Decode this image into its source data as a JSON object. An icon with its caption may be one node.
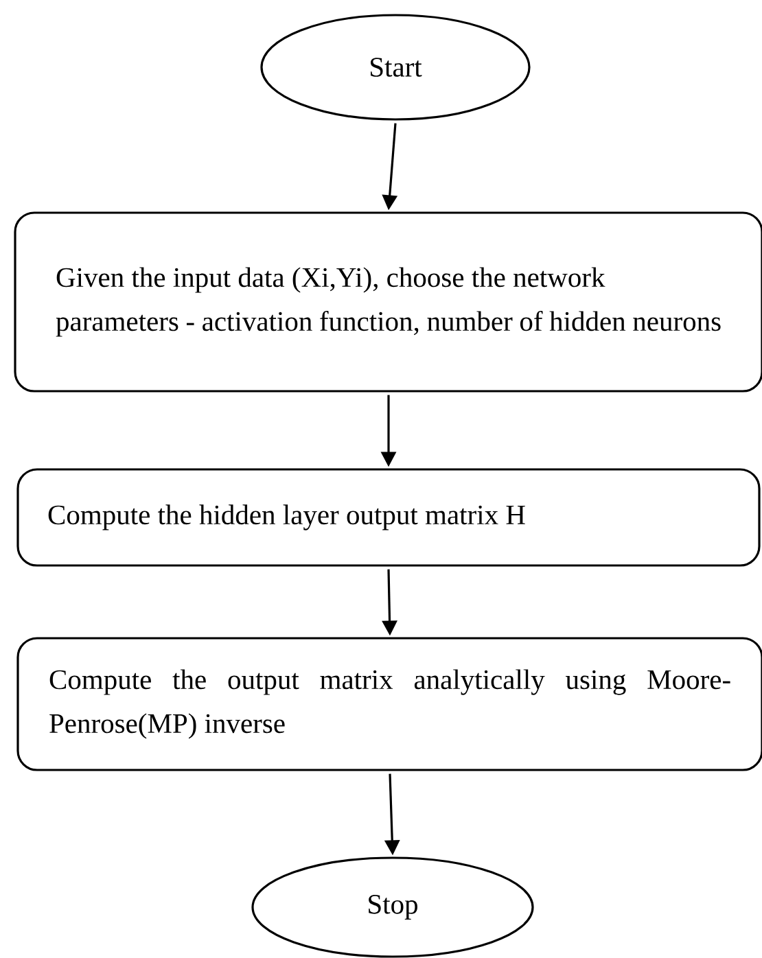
{
  "diagram": {
    "nodes": [
      {
        "text": [
          "Start"
        ]
      },
      {
        "text": [
          "Given the input data (Xi,Yi), choose the network parameters - activation function, number of hidden neurons"
        ]
      },
      {
        "text": [
          "Compute the hidden layer output matrix H"
        ]
      },
      {
        "text": [
          "Compute the output matrix analytically using Moore-Penrose(MP) inverse"
        ]
      },
      {
        "text": [
          "Stop"
        ]
      }
    ],
    "edges": [
      {
        "from": 0,
        "to": 1,
        "arrow": "to"
      },
      {
        "from": 1,
        "to": 2,
        "arrow": "to"
      },
      {
        "from": 2,
        "to": 3,
        "arrow": "to"
      },
      {
        "from": 3,
        "to": 4,
        "arrow": "to"
      }
    ]
  }
}
